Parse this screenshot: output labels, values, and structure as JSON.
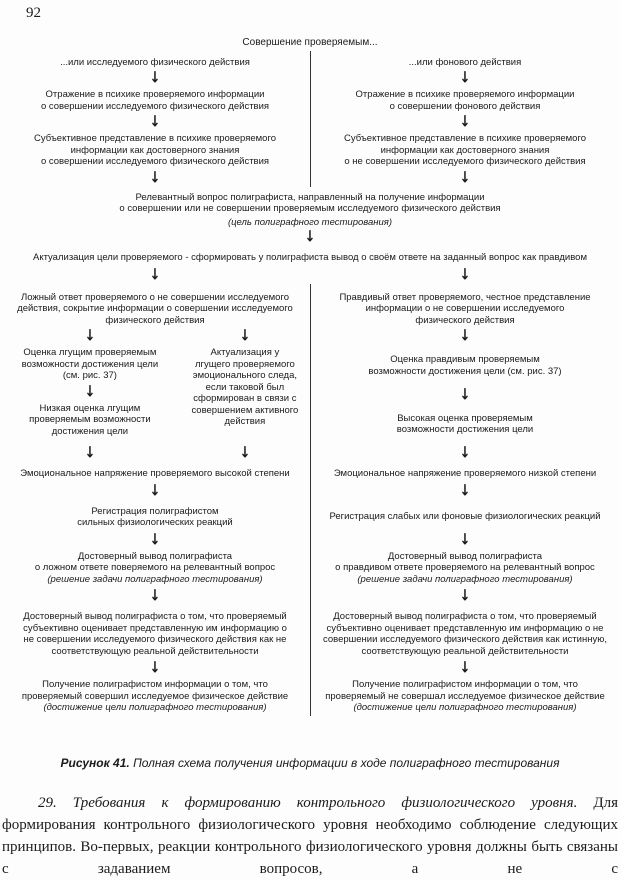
{
  "page_number": "92",
  "icons": {
    "down_arrow": "↓"
  },
  "diagram": {
    "top": "Совершение проверяемым...",
    "relevant_question": "Релевантный вопрос полиграфиста, направленный на получение информации\nо совершении или не совершении проверяемым исследуемого физического действия",
    "relevant_question_note": "(цель полиграфного тестирования)",
    "actualization": "Актуализация цели проверяемого - сформировать у полиграфиста вывод о своём ответе на заданный вопрос как правдивом",
    "left": {
      "header": "...или исследуемого физического действия",
      "reflection": "Отражение в психике проверяемого информации\nо совершении исследуемого физического действия",
      "subjective": "Субъективное представление в психике проверяемого\nинформации как достоверного знания\nо совершении исследуемого физического действия",
      "answer": "Ложный ответ проверяемого о не совершении исследуемого\nдействия, сокрытие информации о совершении исследуемого\nфизического действия",
      "assessment": "Оценка лгущим проверяемым\nвозможности достижения цели\n(см. рис. 37)",
      "low_assessment": "Низкая оценка лгущим\nпроверяемым возможности\nдостижения цели",
      "trace": "Актуализация у\nлгущего проверяемого\nэмоционального следа,\nесли таковой был\nсформирован в связи с\nсовершением активного\nдействия",
      "tension": "Эмоциональное напряжение проверяемого высокой степени",
      "registration": "Регистрация полиграфистом\nсильных физиологических реакций",
      "conclusion": "Достоверный вывод полиграфиста\nо ложном ответе поверяемого на релевантный вопрос",
      "conclusion_note": "(решение задачи полиграфного тестирования)",
      "final_conclusion": "Достоверный вывод полиграфиста о том, что проверяемый\nсубъективно оценивает представленную им информацию о\nне совершении исследуемого физического действия как не\nсоответствующую реальной действительности",
      "result": "Получение полиграфистом информации о том, что\nпроверяемый совершил исследуемое физическое действие",
      "result_note": "(достижение цели полиграфного тестирования)"
    },
    "right": {
      "header": "...или фонового действия",
      "reflection": "Отражение в психике проверяемого информации\nо совершении фонового действия",
      "subjective": "Субъективное представление в психике проверяемого\nинформации как достоверного знания\nо не совершении исследуемого физического действия",
      "answer": "Правдивый ответ проверяемого, честное представление\nинформации о не совершении исследуемого\nфизического действия",
      "assessment": "Оценка правдивым проверяемым\nвозможности достижения цели (см. рис. 37)",
      "high_assessment": "Высокая оценка проверяемым\nвозможности достижения цели",
      "tension": "Эмоциональное напряжение проверяемого низкой степени",
      "registration": "Регистрация слабых или фоновые физиологических реакций",
      "conclusion": "Достоверный вывод полиграфиста\nо правдивом ответе проверяемого на релевантный вопрос",
      "conclusion_note": "(решение задачи полиграфного тестирования)",
      "final_conclusion": "Достоверный вывод полиграфиста о том, что проверяемый\nсубъективно оценивает представленную им информацию о не\nсовершении исследуемого физического действия как истинную,\nсоответствующую реальной действительности",
      "result": "Получение полиграфистом информации о том, что\nпроверяемый не совершал исследуемое физическое действие",
      "result_note": "(достижение цели полиграфного тестирования)"
    }
  },
  "caption": {
    "label": "Рисунок 41.",
    "text": "Полная схема получения информации в ходе полиграфного тестирования"
  },
  "paragraph": {
    "lead": "29. Требования к формированию контрольного физиологического уровня.",
    "body": "Для формирования контрольного физиологического уровня необходимо соблюдение следующих принципов. Во-первых, реакции контрольного физиологического уровня должны быть связаны с задаванием вопросов, а не с"
  }
}
